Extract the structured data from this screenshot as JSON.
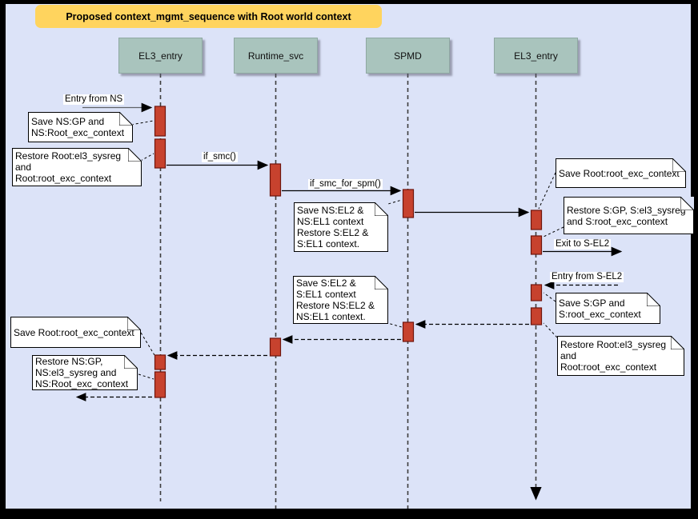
{
  "diagram": {
    "title": "Proposed context_mgmt_sequence with Root world context",
    "lifelines": [
      {
        "label": "EL3_entry"
      },
      {
        "label": "Runtime_svc"
      },
      {
        "label": "SPMD"
      },
      {
        "label": "EL3_entry"
      }
    ],
    "messages": [
      {
        "label": "Entry from NS",
        "from": "external",
        "to": "EL3_entry",
        "style": "solid"
      },
      {
        "label": "if_smc()",
        "from": "EL3_entry",
        "to": "Runtime_svc",
        "style": "solid"
      },
      {
        "label": "if_smc_for_spm()",
        "from": "Runtime_svc",
        "to": "SPMD",
        "style": "solid"
      },
      {
        "label": "",
        "from": "SPMD",
        "to": "EL3_entry",
        "style": "solid"
      },
      {
        "label": "Exit to S-EL2",
        "from": "EL3_entry",
        "to": "external",
        "style": "solid"
      },
      {
        "label": "Entry from S-EL2",
        "from": "external",
        "to": "EL3_entry",
        "style": "dashed"
      },
      {
        "label": "",
        "from": "EL3_entry",
        "to": "SPMD",
        "style": "dashed"
      },
      {
        "label": "",
        "from": "SPMD",
        "to": "Runtime_svc",
        "style": "dashed"
      },
      {
        "label": "",
        "from": "Runtime_svc",
        "to": "EL3_entry",
        "style": "dashed"
      },
      {
        "label": "",
        "from": "EL3_entry",
        "to": "external",
        "style": "dashed"
      }
    ],
    "notes": [
      {
        "text": "Save NS:GP and\nNS:Root_exc_context"
      },
      {
        "text": "Restore Root:el3_sysreg\nand\nRoot:root_exc_context"
      },
      {
        "text": "Save NS:EL2 &\nNS:EL1 context\nRestore S:EL2 &\nS:EL1 context."
      },
      {
        "text": "Save Root:root_exc_context"
      },
      {
        "text": "Restore S:GP, S:el3_sysreg\nand S:root_exc_context"
      },
      {
        "text": "Save S:GP and\nS:root_exc_context"
      },
      {
        "text": "Restore Root:el3_sysreg\nand\nRoot:root_exc_context"
      },
      {
        "text": "Save S:EL2 &\nS:EL1 context\nRestore NS:EL2 &\nNS:EL1 context."
      },
      {
        "text": "Save Root:root_exc_context"
      },
      {
        "text": "Restore NS:GP,\nNS:el3_sysreg and\nNS:Root_exc_context"
      }
    ],
    "colors": {
      "frame": "#000000",
      "canvas_bg": "#dce3f8",
      "title_bg": "#ffd45e",
      "lifeline_header_fill": "#a9c4bd",
      "lifeline_header_border": "#8fa8a2",
      "activation_fill": "#c7422e",
      "activation_border": "#6f150c",
      "note_fill": "#ffffff",
      "note_border": "#000000"
    }
  }
}
